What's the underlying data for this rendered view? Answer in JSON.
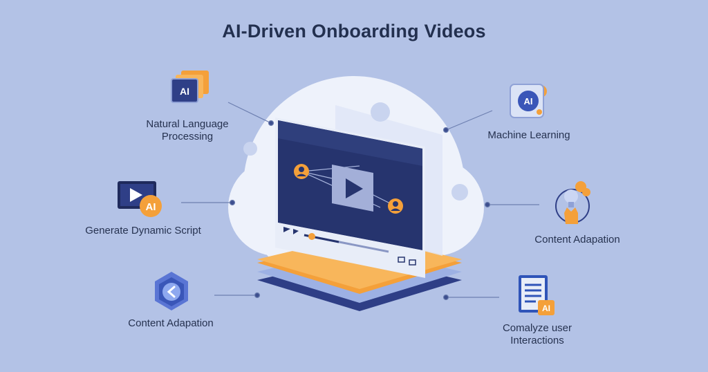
{
  "title": "AI-Driven Onboarding Videos",
  "colors": {
    "background": "#b3c2e6",
    "navy": "#26346e",
    "orange": "#f4a03a",
    "screen": "#2b3a72"
  },
  "features": [
    {
      "label": "Natural Language Processing",
      "icon": "ai-chip-icon",
      "badge": "AI"
    },
    {
      "label": "Machine Learning",
      "icon": "ai-brain-icon",
      "badge": "AI"
    },
    {
      "label": "Generate Dynamic Script",
      "icon": "video-script-icon",
      "badge": "AI"
    },
    {
      "label": "Content Adapation",
      "icon": "bulb-hand-icon"
    },
    {
      "label": "Content Adapation",
      "icon": "refresh-arrow-icon"
    },
    {
      "label": "Comalyze user Interactions",
      "icon": "document-ai-icon",
      "badge": "AI"
    }
  ],
  "player": {
    "icon": "play-icon"
  }
}
